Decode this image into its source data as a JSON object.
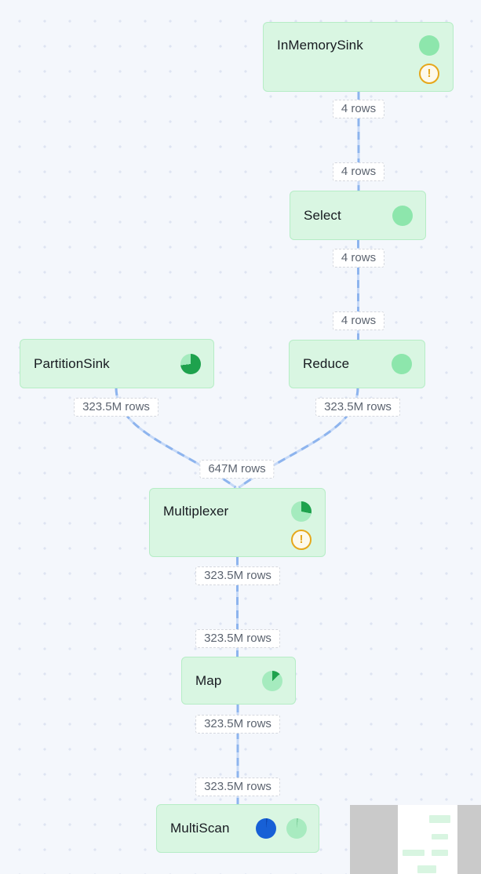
{
  "graph": {
    "nodes": {
      "inmemorysink": {
        "title": "InMemorySink",
        "icons": [
          "progress-circle",
          "warning"
        ]
      },
      "select": {
        "title": "Select",
        "icons": [
          "progress-circle"
        ]
      },
      "partitionsink": {
        "title": "PartitionSink",
        "icons": [
          "pie"
        ],
        "pie_dark_fraction": 0.73
      },
      "reduce": {
        "title": "Reduce",
        "icons": [
          "progress-circle"
        ]
      },
      "multiplexer": {
        "title": "Multiplexer",
        "icons": [
          "pie",
          "warning"
        ],
        "pie_dark_fraction": 0.28
      },
      "map": {
        "title": "Map",
        "icons": [
          "pie"
        ],
        "pie_dark_fraction": 0.13
      },
      "multiscan": {
        "title": "MultiScan",
        "icons": [
          "pie-blue",
          "progress-circle"
        ]
      }
    },
    "edge_labels": [
      {
        "text": "4 rows"
      },
      {
        "text": "4 rows"
      },
      {
        "text": "4 rows"
      },
      {
        "text": "4 rows"
      },
      {
        "text": "323.5M rows"
      },
      {
        "text": "323.5M rows"
      },
      {
        "text": "647M rows"
      },
      {
        "text": "323.5M rows"
      },
      {
        "text": "323.5M rows"
      },
      {
        "text": "323.5M rows"
      },
      {
        "text": "323.5M rows"
      }
    ],
    "warning_glyph": "!"
  },
  "colors": {
    "canvas_background": "#f4f7fc",
    "canvas_dot": "#dee4f2",
    "node_fill": "#d9f6e2",
    "node_border": "#b6edc6",
    "edge_blue": "#8db4ee",
    "edge_blue_light": "#c6d9f7",
    "pie_dark_green": "#1ea24d",
    "pie_light_green": "#a5ebbe",
    "status_green": "#8de6ac",
    "scan_blue": "#1760d6",
    "warning_amber": "#e6a71b",
    "label_text": "#5c6470",
    "minimap_mask": "#cacaca"
  }
}
